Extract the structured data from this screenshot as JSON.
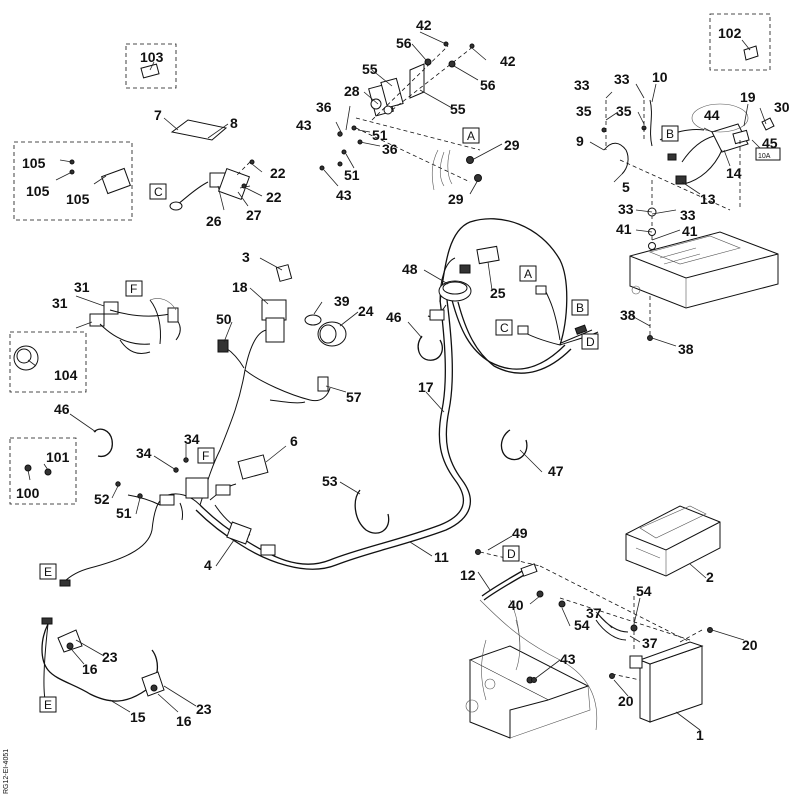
{
  "callouts": [
    {
      "id": "c-1",
      "text": "1"
    },
    {
      "id": "c-2",
      "text": "2"
    },
    {
      "id": "c-3",
      "text": "3"
    },
    {
      "id": "c-4",
      "text": "4"
    },
    {
      "id": "c-5",
      "text": "5"
    },
    {
      "id": "c-6",
      "text": "6"
    },
    {
      "id": "c-7",
      "text": "7"
    },
    {
      "id": "c-8",
      "text": "8"
    },
    {
      "id": "c-9",
      "text": "9"
    },
    {
      "id": "c-10",
      "text": "10"
    },
    {
      "id": "c-11",
      "text": "11"
    },
    {
      "id": "c-12",
      "text": "12"
    },
    {
      "id": "c-13",
      "text": "13"
    },
    {
      "id": "c-14",
      "text": "14"
    },
    {
      "id": "c-15",
      "text": "15"
    },
    {
      "id": "c-16a",
      "text": "16"
    },
    {
      "id": "c-16b",
      "text": "16"
    },
    {
      "id": "c-17",
      "text": "17"
    },
    {
      "id": "c-18",
      "text": "18"
    },
    {
      "id": "c-19",
      "text": "19"
    },
    {
      "id": "c-20a",
      "text": "20"
    },
    {
      "id": "c-20b",
      "text": "20"
    },
    {
      "id": "c-22a",
      "text": "22"
    },
    {
      "id": "c-22b",
      "text": "22"
    },
    {
      "id": "c-23a",
      "text": "23"
    },
    {
      "id": "c-23b",
      "text": "23"
    },
    {
      "id": "c-24",
      "text": "24"
    },
    {
      "id": "c-25",
      "text": "25"
    },
    {
      "id": "c-26",
      "text": "26"
    },
    {
      "id": "c-27",
      "text": "27"
    },
    {
      "id": "c-28",
      "text": "28"
    },
    {
      "id": "c-29a",
      "text": "29"
    },
    {
      "id": "c-29b",
      "text": "29"
    },
    {
      "id": "c-30",
      "text": "30"
    },
    {
      "id": "c-31a",
      "text": "31"
    },
    {
      "id": "c-31b",
      "text": "31"
    },
    {
      "id": "c-33a",
      "text": "33"
    },
    {
      "id": "c-33b",
      "text": "33"
    },
    {
      "id": "c-33c",
      "text": "33"
    },
    {
      "id": "c-33d",
      "text": "33"
    },
    {
      "id": "c-34a",
      "text": "34"
    },
    {
      "id": "c-34b",
      "text": "34"
    },
    {
      "id": "c-35a",
      "text": "35"
    },
    {
      "id": "c-35b",
      "text": "35"
    },
    {
      "id": "c-36a",
      "text": "36"
    },
    {
      "id": "c-36b",
      "text": "36"
    },
    {
      "id": "c-37a",
      "text": "37"
    },
    {
      "id": "c-37b",
      "text": "37"
    },
    {
      "id": "c-38a",
      "text": "38"
    },
    {
      "id": "c-38b",
      "text": "38"
    },
    {
      "id": "c-39",
      "text": "39"
    },
    {
      "id": "c-40",
      "text": "40"
    },
    {
      "id": "c-41a",
      "text": "41"
    },
    {
      "id": "c-41b",
      "text": "41"
    },
    {
      "id": "c-42a",
      "text": "42"
    },
    {
      "id": "c-42b",
      "text": "42"
    },
    {
      "id": "c-43a",
      "text": "43"
    },
    {
      "id": "c-43b",
      "text": "43"
    },
    {
      "id": "c-43c",
      "text": "43"
    },
    {
      "id": "c-44",
      "text": "44"
    },
    {
      "id": "c-45",
      "text": "45"
    },
    {
      "id": "c-46a",
      "text": "46"
    },
    {
      "id": "c-46b",
      "text": "46"
    },
    {
      "id": "c-47",
      "text": "47"
    },
    {
      "id": "c-48",
      "text": "48"
    },
    {
      "id": "c-49",
      "text": "49"
    },
    {
      "id": "c-50",
      "text": "50"
    },
    {
      "id": "c-51a",
      "text": "51"
    },
    {
      "id": "c-51b",
      "text": "51"
    },
    {
      "id": "c-51c",
      "text": "51"
    },
    {
      "id": "c-52",
      "text": "52"
    },
    {
      "id": "c-53",
      "text": "53"
    },
    {
      "id": "c-54a",
      "text": "54"
    },
    {
      "id": "c-54b",
      "text": "54"
    },
    {
      "id": "c-55a",
      "text": "55"
    },
    {
      "id": "c-55b",
      "text": "55"
    },
    {
      "id": "c-56a",
      "text": "56"
    },
    {
      "id": "c-56b",
      "text": "56"
    },
    {
      "id": "c-57",
      "text": "57"
    },
    {
      "id": "c-100",
      "text": "100"
    },
    {
      "id": "c-101",
      "text": "101"
    },
    {
      "id": "c-102",
      "text": "102"
    },
    {
      "id": "c-103",
      "text": "103"
    },
    {
      "id": "c-104",
      "text": "104"
    },
    {
      "id": "c-105a",
      "text": "105"
    },
    {
      "id": "c-105b",
      "text": "105"
    },
    {
      "id": "c-105c",
      "text": "105"
    }
  ],
  "connector_letters": [
    {
      "id": "L-A1",
      "text": "A"
    },
    {
      "id": "L-A2",
      "text": "A"
    },
    {
      "id": "L-B1",
      "text": "B"
    },
    {
      "id": "L-B2",
      "text": "B"
    },
    {
      "id": "L-C1",
      "text": "C"
    },
    {
      "id": "L-C2",
      "text": "C"
    },
    {
      "id": "L-D1",
      "text": "D"
    },
    {
      "id": "L-D2",
      "text": "D"
    },
    {
      "id": "L-E1",
      "text": "E"
    },
    {
      "id": "L-E2",
      "text": "E"
    },
    {
      "id": "L-F1",
      "text": "F"
    },
    {
      "id": "L-F2",
      "text": "F"
    }
  ],
  "fuse_label": "10A",
  "image_code": "RG12-EI-4051"
}
